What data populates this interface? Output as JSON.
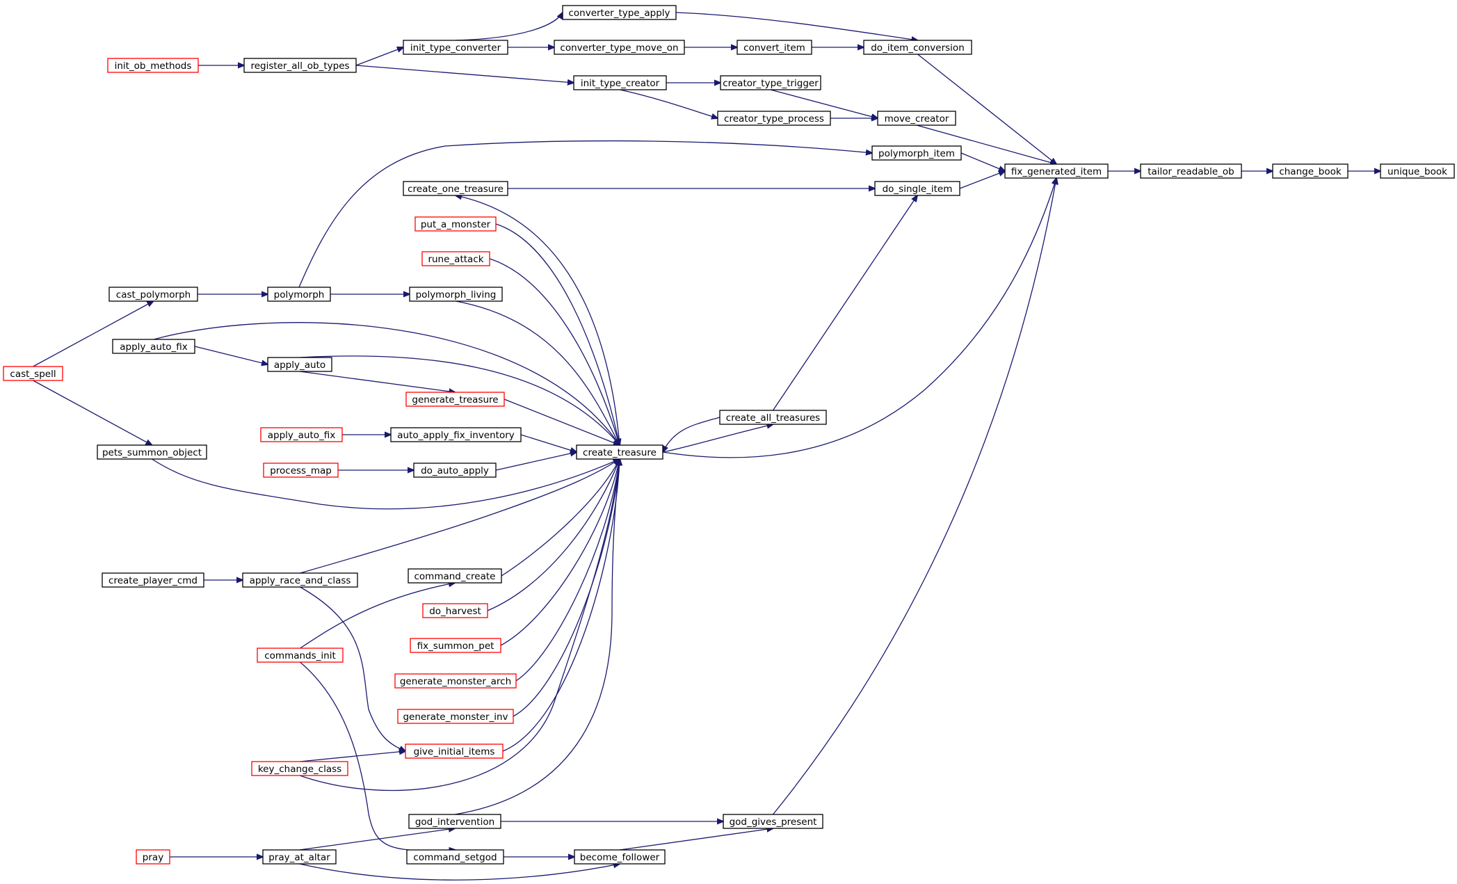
{
  "colors": {
    "edge": "#191970",
    "node_border": "#000000",
    "node_border_truncated": "#ff0000",
    "node_fill": "#ffffff",
    "target_fill": "#bfbfbf"
  },
  "nodes": [
    {
      "id": "unique_book",
      "label": "unique_book",
      "style": "target"
    },
    {
      "id": "change_book",
      "label": "change_book",
      "style": "normal"
    },
    {
      "id": "tailor_readable_ob",
      "label": "tailor_readable_ob",
      "style": "normal"
    },
    {
      "id": "fix_generated_item",
      "label": "fix_generated_item",
      "style": "normal"
    },
    {
      "id": "do_item_conversion",
      "label": "do_item_conversion",
      "style": "normal"
    },
    {
      "id": "move_creator",
      "label": "move_creator",
      "style": "normal"
    },
    {
      "id": "polymorph_item",
      "label": "polymorph_item",
      "style": "normal"
    },
    {
      "id": "do_single_item",
      "label": "do_single_item",
      "style": "normal"
    },
    {
      "id": "converter_type_apply",
      "label": "converter_type_apply",
      "style": "normal"
    },
    {
      "id": "convert_item",
      "label": "convert_item",
      "style": "normal"
    },
    {
      "id": "converter_type_move_on",
      "label": "converter_type_move_on",
      "style": "normal"
    },
    {
      "id": "init_type_converter",
      "label": "init_type_converter",
      "style": "normal"
    },
    {
      "id": "register_all_ob_types",
      "label": "register_all_ob_types",
      "style": "normal"
    },
    {
      "id": "init_ob_methods",
      "label": "init_ob_methods",
      "style": "truncated"
    },
    {
      "id": "creator_type_trigger",
      "label": "creator_type_trigger",
      "style": "normal"
    },
    {
      "id": "creator_type_process",
      "label": "creator_type_process",
      "style": "normal"
    },
    {
      "id": "init_type_creator",
      "label": "init_type_creator",
      "style": "normal"
    },
    {
      "id": "create_one_treasure",
      "label": "create_one_treasure",
      "style": "normal"
    },
    {
      "id": "put_a_monster",
      "label": "put_a_monster",
      "style": "truncated"
    },
    {
      "id": "rune_attack",
      "label": "rune_attack",
      "style": "truncated"
    },
    {
      "id": "polymorph_living",
      "label": "polymorph_living",
      "style": "normal"
    },
    {
      "id": "polymorph",
      "label": "polymorph",
      "style": "normal"
    },
    {
      "id": "cast_polymorph",
      "label": "cast_polymorph",
      "style": "normal"
    },
    {
      "id": "cast_spell",
      "label": "cast_spell",
      "style": "truncated"
    },
    {
      "id": "apply_auto_fix_1",
      "label": "apply_auto_fix",
      "style": "normal"
    },
    {
      "id": "apply_auto",
      "label": "apply_auto",
      "style": "normal"
    },
    {
      "id": "generate_treasure",
      "label": "generate_treasure",
      "style": "truncated"
    },
    {
      "id": "create_all_treasures",
      "label": "create_all_treasures",
      "style": "normal"
    },
    {
      "id": "apply_auto_fix_2",
      "label": "apply_auto_fix",
      "style": "truncated"
    },
    {
      "id": "auto_apply_fix_inventory",
      "label": "auto_apply_fix_inventory",
      "style": "normal"
    },
    {
      "id": "create_treasure",
      "label": "create_treasure",
      "style": "normal"
    },
    {
      "id": "pets_summon_object",
      "label": "pets_summon_object",
      "style": "normal"
    },
    {
      "id": "process_map",
      "label": "process_map",
      "style": "truncated"
    },
    {
      "id": "do_auto_apply",
      "label": "do_auto_apply",
      "style": "normal"
    },
    {
      "id": "create_player_cmd",
      "label": "create_player_cmd",
      "style": "normal"
    },
    {
      "id": "apply_race_and_class",
      "label": "apply_race_and_class",
      "style": "normal"
    },
    {
      "id": "command_create",
      "label": "command_create",
      "style": "normal"
    },
    {
      "id": "do_harvest",
      "label": "do_harvest",
      "style": "truncated"
    },
    {
      "id": "commands_init",
      "label": "commands_init",
      "style": "truncated"
    },
    {
      "id": "fix_summon_pet",
      "label": "fix_summon_pet",
      "style": "truncated"
    },
    {
      "id": "generate_monster_arch",
      "label": "generate_monster_arch",
      "style": "truncated"
    },
    {
      "id": "generate_monster_inv",
      "label": "generate_monster_inv",
      "style": "truncated"
    },
    {
      "id": "give_initial_items",
      "label": "give_initial_items",
      "style": "truncated"
    },
    {
      "id": "key_change_class",
      "label": "key_change_class",
      "style": "truncated"
    },
    {
      "id": "god_intervention",
      "label": "god_intervention",
      "style": "normal"
    },
    {
      "id": "god_gives_present",
      "label": "god_gives_present",
      "style": "normal"
    },
    {
      "id": "pray",
      "label": "pray",
      "style": "truncated"
    },
    {
      "id": "pray_at_altar",
      "label": "pray_at_altar",
      "style": "normal"
    },
    {
      "id": "command_setgod",
      "label": "command_setgod",
      "style": "normal"
    },
    {
      "id": "become_follower",
      "label": "become_follower",
      "style": "normal"
    }
  ],
  "edges": [
    {
      "from": "change_book",
      "to": "unique_book"
    },
    {
      "from": "tailor_readable_ob",
      "to": "change_book"
    },
    {
      "from": "fix_generated_item",
      "to": "tailor_readable_ob"
    },
    {
      "from": "do_item_conversion",
      "to": "fix_generated_item"
    },
    {
      "from": "move_creator",
      "to": "fix_generated_item"
    },
    {
      "from": "polymorph_item",
      "to": "fix_generated_item"
    },
    {
      "from": "do_single_item",
      "to": "fix_generated_item"
    },
    {
      "from": "create_treasure",
      "to": "fix_generated_item"
    },
    {
      "from": "god_gives_present",
      "to": "fix_generated_item"
    },
    {
      "from": "converter_type_apply",
      "to": "do_item_conversion"
    },
    {
      "from": "convert_item",
      "to": "do_item_conversion"
    },
    {
      "from": "converter_type_move_on",
      "to": "convert_item"
    },
    {
      "from": "init_type_converter",
      "to": "converter_type_apply"
    },
    {
      "from": "init_type_converter",
      "to": "converter_type_move_on"
    },
    {
      "from": "register_all_ob_types",
      "to": "init_type_converter"
    },
    {
      "from": "register_all_ob_types",
      "to": "init_type_creator"
    },
    {
      "from": "init_ob_methods",
      "to": "register_all_ob_types"
    },
    {
      "from": "creator_type_trigger",
      "to": "move_creator"
    },
    {
      "from": "creator_type_process",
      "to": "move_creator"
    },
    {
      "from": "init_type_creator",
      "to": "creator_type_trigger"
    },
    {
      "from": "init_type_creator",
      "to": "creator_type_process"
    },
    {
      "from": "polymorph",
      "to": "polymorph_item"
    },
    {
      "from": "create_all_treasures",
      "to": "do_single_item"
    },
    {
      "from": "create_one_treasure",
      "to": "do_single_item"
    },
    {
      "from": "create_treasure",
      "to": "create_one_treasure"
    },
    {
      "from": "put_a_monster",
      "to": "create_treasure"
    },
    {
      "from": "rune_attack",
      "to": "create_treasure"
    },
    {
      "from": "polymorph_living",
      "to": "create_treasure"
    },
    {
      "from": "apply_auto_fix_1",
      "to": "create_treasure"
    },
    {
      "from": "apply_auto",
      "to": "create_treasure"
    },
    {
      "from": "generate_treasure",
      "to": "create_treasure"
    },
    {
      "from": "create_all_treasures",
      "to": "create_treasure"
    },
    {
      "from": "create_treasure",
      "to": "create_all_treasures"
    },
    {
      "from": "auto_apply_fix_inventory",
      "to": "create_treasure"
    },
    {
      "from": "do_auto_apply",
      "to": "create_treasure"
    },
    {
      "from": "pets_summon_object",
      "to": "create_treasure"
    },
    {
      "from": "apply_race_and_class",
      "to": "create_treasure"
    },
    {
      "from": "command_create",
      "to": "create_treasure"
    },
    {
      "from": "do_harvest",
      "to": "create_treasure"
    },
    {
      "from": "fix_summon_pet",
      "to": "create_treasure"
    },
    {
      "from": "generate_monster_arch",
      "to": "create_treasure"
    },
    {
      "from": "generate_monster_inv",
      "to": "create_treasure"
    },
    {
      "from": "give_initial_items",
      "to": "create_treasure"
    },
    {
      "from": "key_change_class",
      "to": "create_treasure"
    },
    {
      "from": "god_intervention",
      "to": "create_treasure"
    },
    {
      "from": "polymorph",
      "to": "polymorph_living"
    },
    {
      "from": "cast_polymorph",
      "to": "polymorph"
    },
    {
      "from": "cast_spell",
      "to": "cast_polymorph"
    },
    {
      "from": "cast_spell",
      "to": "pets_summon_object"
    },
    {
      "from": "apply_auto_fix_1",
      "to": "apply_auto"
    },
    {
      "from": "apply_auto",
      "to": "generate_treasure"
    },
    {
      "from": "apply_auto_fix_2",
      "to": "auto_apply_fix_inventory"
    },
    {
      "from": "process_map",
      "to": "do_auto_apply"
    },
    {
      "from": "create_player_cmd",
      "to": "apply_race_and_class"
    },
    {
      "from": "apply_race_and_class",
      "to": "give_initial_items"
    },
    {
      "from": "commands_init",
      "to": "command_create"
    },
    {
      "from": "commands_init",
      "to": "command_setgod"
    },
    {
      "from": "key_change_class",
      "to": "give_initial_items"
    },
    {
      "from": "god_intervention",
      "to": "god_gives_present"
    },
    {
      "from": "become_follower",
      "to": "god_gives_present"
    },
    {
      "from": "pray",
      "to": "pray_at_altar"
    },
    {
      "from": "pray_at_altar",
      "to": "god_intervention"
    },
    {
      "from": "pray_at_altar",
      "to": "become_follower"
    },
    {
      "from": "command_setgod",
      "to": "become_follower"
    }
  ]
}
